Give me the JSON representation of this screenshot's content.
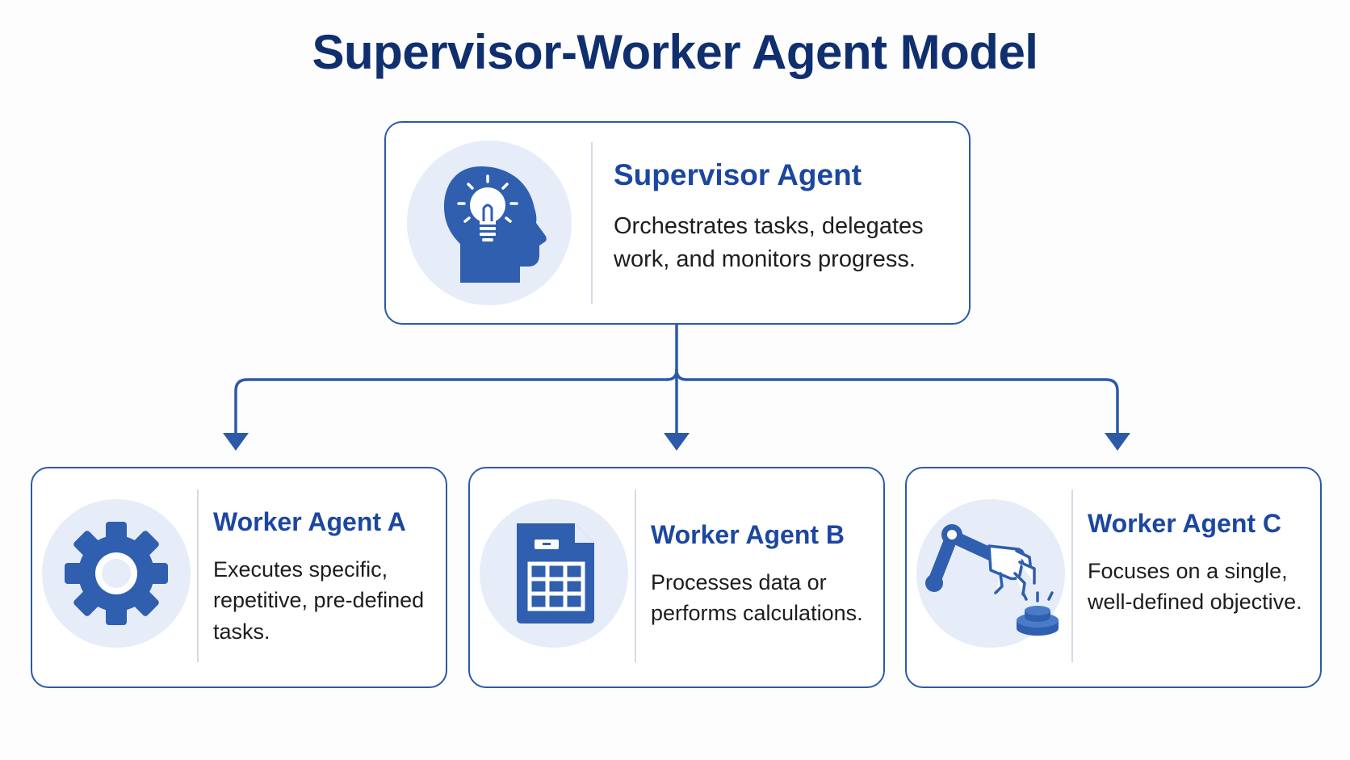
{
  "title": "Supervisor-Worker Agent Model",
  "colors": {
    "title": "#0f2f6e",
    "accent": "#1c47a0",
    "border": "#2c5aa8",
    "icon": "#2f5fae",
    "icon_circle": "#e6edf8"
  },
  "supervisor": {
    "title": "Supervisor Agent",
    "description": "Orchestrates tasks, delegates work, and monitors progress.",
    "icon": "head-lightbulb-icon"
  },
  "workers": [
    {
      "title": "Worker Agent A",
      "description": "Executes specific, repetitive, pre-defined tasks.",
      "icon": "gear-icon"
    },
    {
      "title": "Worker Agent B",
      "description": "Processes data or performs calculations.",
      "icon": "spreadsheet-icon"
    },
    {
      "title": "Worker Agent C",
      "description": "Focuses on a single, well-defined objective.",
      "icon": "robot-arm-icon"
    }
  ]
}
